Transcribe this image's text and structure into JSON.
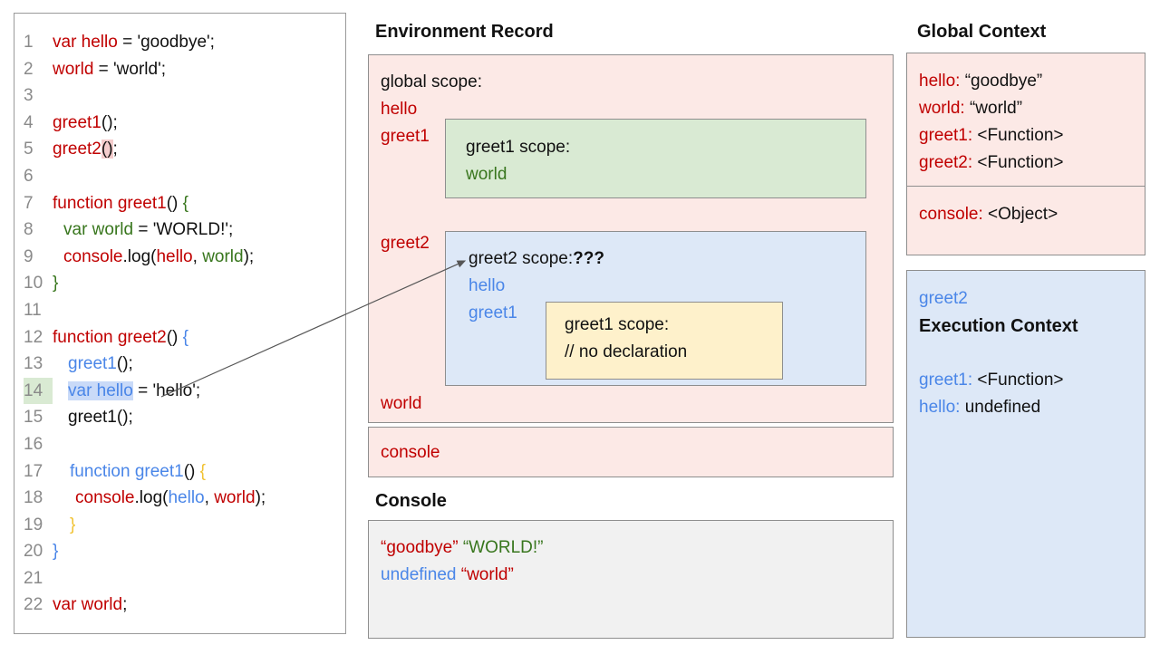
{
  "code": {
    "lines": [
      {
        "n": "1",
        "ind": 0,
        "tokens": [
          {
            "t": "var hello",
            "c": "red"
          },
          {
            "t": " = 'goodbye';",
            "c": "black"
          }
        ]
      },
      {
        "n": "2",
        "ind": 0,
        "tokens": [
          {
            "t": "world",
            "c": "red"
          },
          {
            "t": " = 'world';",
            "c": "black"
          }
        ]
      },
      {
        "n": "3",
        "ind": 0,
        "tokens": []
      },
      {
        "n": "4",
        "ind": 0,
        "tokens": [
          {
            "t": "greet1",
            "c": "red"
          },
          {
            "t": "();",
            "c": "black"
          }
        ]
      },
      {
        "n": "5",
        "ind": 0,
        "tokens": [
          {
            "t": "greet2",
            "c": "red"
          },
          {
            "t": "()",
            "c": "black",
            "h": "pink"
          },
          {
            "t": ";",
            "c": "black"
          }
        ]
      },
      {
        "n": "6",
        "ind": 0,
        "tokens": []
      },
      {
        "n": "7",
        "ind": 0,
        "tokens": [
          {
            "t": "function greet1",
            "c": "red"
          },
          {
            "t": "() ",
            "c": "black"
          },
          {
            "t": "{",
            "c": "green"
          }
        ]
      },
      {
        "n": "8",
        "ind": 12,
        "tokens": [
          {
            "t": "var world",
            "c": "green"
          },
          {
            "t": " = 'WORLD!';",
            "c": "black"
          }
        ]
      },
      {
        "n": "9",
        "ind": 12,
        "tokens": [
          {
            "t": "console",
            "c": "red"
          },
          {
            "t": ".log(",
            "c": "black"
          },
          {
            "t": "hello",
            "c": "red"
          },
          {
            "t": ", ",
            "c": "black"
          },
          {
            "t": "world",
            "c": "green"
          },
          {
            "t": ");",
            "c": "black"
          }
        ]
      },
      {
        "n": "10",
        "ind": 0,
        "tokens": [
          {
            "t": "}",
            "c": "green"
          }
        ]
      },
      {
        "n": "11",
        "ind": 0,
        "tokens": []
      },
      {
        "n": "12",
        "ind": 0,
        "tokens": [
          {
            "t": "function greet2",
            "c": "red"
          },
          {
            "t": "() ",
            "c": "black"
          },
          {
            "t": "{",
            "c": "blue"
          }
        ]
      },
      {
        "n": "13",
        "ind": 17,
        "tokens": [
          {
            "t": "greet1",
            "c": "blue"
          },
          {
            "t": "();",
            "c": "black"
          }
        ]
      },
      {
        "n": "14",
        "ind": 17,
        "nh": "green",
        "tokens": [
          {
            "t": "var hello",
            "c": "blue",
            "h": "blue"
          },
          {
            "t": " = 'hello';",
            "c": "black"
          }
        ]
      },
      {
        "n": "15",
        "ind": 17,
        "tokens": [
          {
            "t": "greet1();",
            "c": "black"
          }
        ]
      },
      {
        "n": "16",
        "ind": 0,
        "tokens": []
      },
      {
        "n": "17",
        "ind": 19,
        "tokens": [
          {
            "t": "function greet1",
            "c": "blue"
          },
          {
            "t": "() ",
            "c": "black"
          },
          {
            "t": "{",
            "c": "yellow"
          }
        ]
      },
      {
        "n": "18",
        "ind": 25,
        "tokens": [
          {
            "t": "console",
            "c": "red"
          },
          {
            "t": ".log(",
            "c": "black"
          },
          {
            "t": "hello",
            "c": "blue"
          },
          {
            "t": ", ",
            "c": "black"
          },
          {
            "t": "world",
            "c": "red"
          },
          {
            "t": ");",
            "c": "black"
          }
        ]
      },
      {
        "n": "19",
        "ind": 19,
        "tokens": [
          {
            "t": "}",
            "c": "yellow"
          }
        ]
      },
      {
        "n": "20",
        "ind": 0,
        "tokens": [
          {
            "t": "}",
            "c": "blue"
          }
        ]
      },
      {
        "n": "21",
        "ind": 0,
        "tokens": []
      },
      {
        "n": "22",
        "ind": 0,
        "tokens": [
          {
            "t": "var world",
            "c": "red"
          },
          {
            "t": ";",
            "c": "black"
          }
        ]
      }
    ]
  },
  "env": {
    "title": "Environment Record",
    "global_label": "global scope:",
    "vars": {
      "hello": "hello",
      "greet1": "greet1",
      "greet2": "greet2",
      "world": "world",
      "console": "console"
    },
    "greet1_scope": {
      "title": "greet1 scope:",
      "var_world": "world"
    },
    "greet2_scope": {
      "title": "greet2 scope:",
      "unknown": "???",
      "var_hello": "hello",
      "var_greet1": "greet1",
      "inner": {
        "title": "greet1 scope:",
        "comment": "// no declaration"
      }
    }
  },
  "console_panel": {
    "title": "Console",
    "lines": [
      [
        {
          "t": "“goodbye”",
          "c": "red"
        },
        {
          "t": " ",
          "c": "black"
        },
        {
          "t": "“WORLD!”",
          "c": "green"
        }
      ],
      [
        {
          "t": "undefined",
          "c": "blue"
        },
        {
          "t": " ",
          "c": "black"
        },
        {
          "t": "“world”",
          "c": "red"
        }
      ]
    ]
  },
  "global_context": {
    "title": "Global Context",
    "section1": [
      {
        "name": "hello:",
        "value": " “goodbye”"
      },
      {
        "name": "world:",
        "value": " “world”"
      },
      {
        "name": "greet1:",
        "value": " <Function>"
      },
      {
        "name": "greet2:",
        "value": " <Function>"
      }
    ],
    "section2": [
      {
        "name": "console:",
        "value": " <Object>"
      }
    ]
  },
  "exec_context": {
    "fn": "greet2",
    "title": "Execution Context",
    "rows": [
      {
        "name": "greet1:",
        "value": " <Function>"
      },
      {
        "name": "hello:",
        "value": " undefined"
      }
    ]
  },
  "colors": {
    "red": "#c00000",
    "blue": "#4a86e8",
    "green": "#38761d",
    "yellow": "#f1c232",
    "pink_bg": "#fce9e6",
    "green_bg": "#d9ead3",
    "blue_bg": "#dde8f7",
    "yellow_bg": "#fef1cb",
    "gray_bg": "#f1f1f1"
  }
}
